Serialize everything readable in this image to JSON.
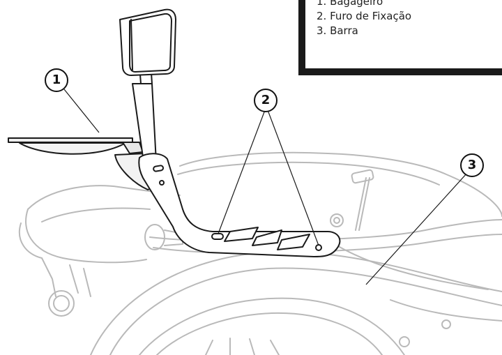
{
  "legend": {
    "items": [
      {
        "label": "1. Bagageiro"
      },
      {
        "label": "2. Furo de Fixação"
      },
      {
        "label": "3. Barra"
      }
    ]
  },
  "callouts": [
    {
      "number": "1"
    },
    {
      "number": "2"
    },
    {
      "number": "3"
    }
  ]
}
